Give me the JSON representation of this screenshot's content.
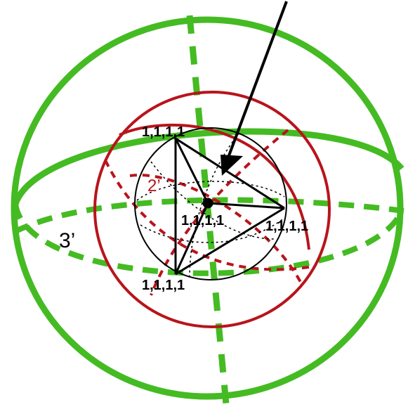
{
  "labels": {
    "top_vertex": "1,1,1,1",
    "center_vertex": "1,1,1,1",
    "right_vertex": "1,1,1,1",
    "bottom_vertex": "1,1,1,1",
    "sphere_2": "2’",
    "sphere_3": "3’"
  },
  "colors": {
    "green_sphere": "#44bb22",
    "red_sphere": "#b8141c",
    "inner_sphere": "#000000",
    "tetrahedron": "#000000",
    "label_red": "#b8141c",
    "label_black": "#000000"
  }
}
